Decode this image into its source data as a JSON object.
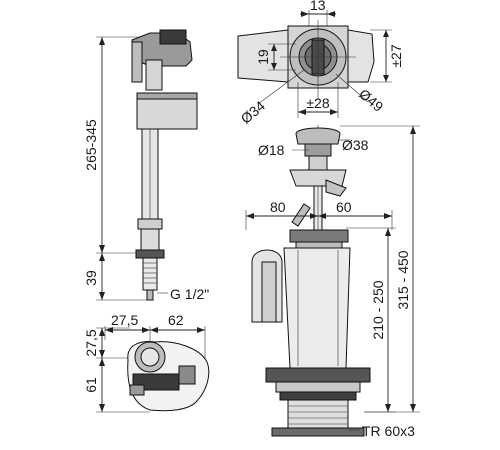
{
  "fill_valve": {
    "dim_height": "265-345",
    "dim_thread_length": "39",
    "thread_label": "G 1/2\""
  },
  "fill_valve_top_view": {
    "dim_a": "27,5",
    "dim_b": "62",
    "dim_c": "27,5",
    "dim_d": "61"
  },
  "button_top_view": {
    "dim_width": "13",
    "dim_slot": "19",
    "dim_offset": "±27",
    "dim_d1": "Ø34",
    "dim_d2": "Ø49",
    "dim_spacing": "±28"
  },
  "flush_valve": {
    "dim_button_diam": "Ø38",
    "dim_rod_diam": "Ø18",
    "dim_left": "80",
    "dim_right": "60",
    "dim_overflow": "210 - 250",
    "dim_total": "315 - 450",
    "thread_label": "TR 60x3"
  },
  "colors": {
    "line": "#222222",
    "body_gray": "#cfcfcf",
    "dark": "#2b2b2b",
    "background": "#ffffff"
  }
}
